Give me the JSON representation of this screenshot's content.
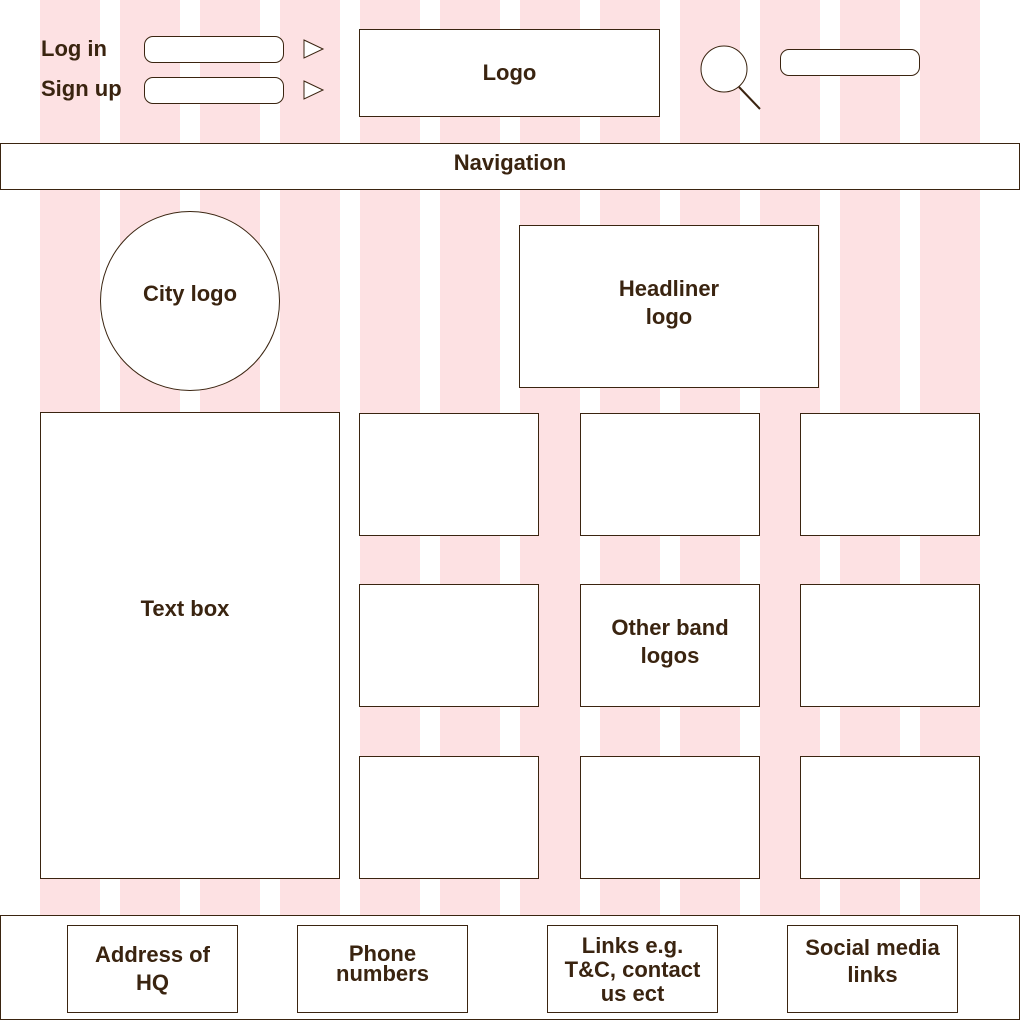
{
  "header": {
    "login_label": "Log in",
    "signup_label": "Sign up",
    "logo_label": "Logo"
  },
  "navigation": {
    "label": "Navigation"
  },
  "main": {
    "city_logo_label": "City logo",
    "headliner_logo_label": "Headliner\nlogo",
    "text_box_label": "Text box",
    "other_band_logos_label": "Other band\nlogos"
  },
  "footer": {
    "items": [
      {
        "label": "Address of\nHQ"
      },
      {
        "label": "Phone\nnumbers"
      },
      {
        "label": "Links e.g.\nT&C, contact\nus ect"
      },
      {
        "label": "Social media\nlinks"
      }
    ]
  },
  "colors": {
    "grid_column": "#fde1e3",
    "outline": "#3a2410",
    "text": "#3a2410"
  }
}
